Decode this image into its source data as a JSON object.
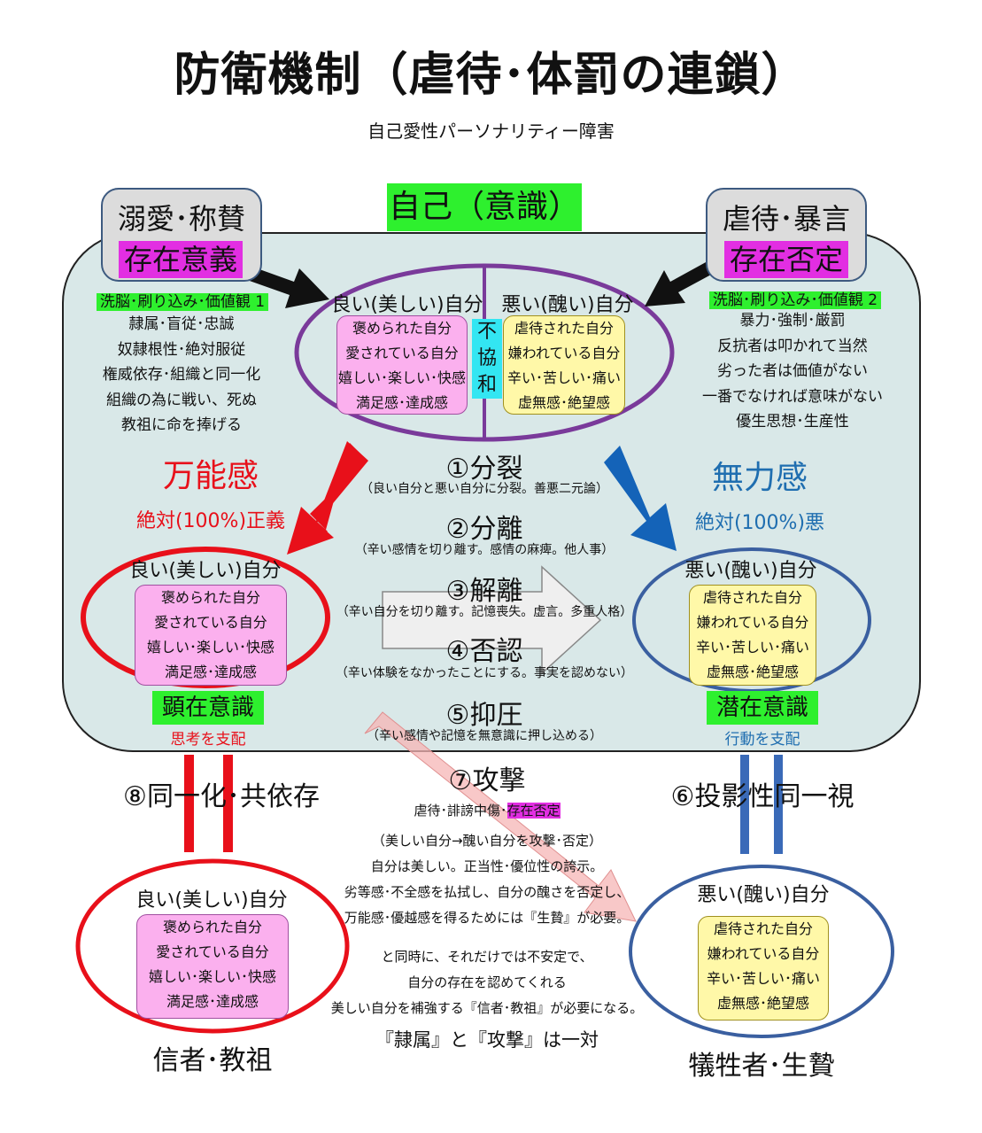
{
  "title": "防衛機制（虐待･体罰の連鎖）",
  "subtitle": "自己愛性パーソナリティー障害",
  "self": {
    "label": "自己（意識）",
    "discord": [
      "不",
      "協",
      "和"
    ]
  },
  "left_source": {
    "label": "溺愛･称賛",
    "existence": "存在意義",
    "list_head": "洗脳･刷り込み･価値観 1",
    "items": [
      "隷属･盲従･忠誠",
      "奴隷根性･絶対服従",
      "権威依存･組織と同一化",
      "組織の為に戦い、死ぬ",
      "教祖に命を捧げる"
    ]
  },
  "right_source": {
    "label": "虐待･暴言",
    "existence": "存在否定",
    "list_head": "洗脳･刷り込み･価値観 2",
    "items": [
      "暴力･強制･厳罰",
      "反抗者は叩かれて当然",
      "劣った者は価値がない",
      "一番でなければ意味がない",
      "優生思想･生産性"
    ]
  },
  "good_self": {
    "heading": "良い(美しい)自分",
    "items": [
      "褒められた自分",
      "愛されている自分",
      "嬉しい･楽しい･快感",
      "満足感･達成感"
    ]
  },
  "bad_self": {
    "heading": "悪い(醜い)自分",
    "items": [
      "虐待された自分",
      "嫌われている自分",
      "辛い･苦しい･痛い",
      "虚無感･絶望感"
    ]
  },
  "omnipotence": {
    "label": "万能感",
    "sub": "絶対(100%)正義"
  },
  "helplessness": {
    "label": "無力感",
    "sub": "絶対(100%)悪"
  },
  "conscious": {
    "label": "顕在意識",
    "sub": "思考を支配"
  },
  "subconscious": {
    "label": "潜在意識",
    "sub": "行動を支配"
  },
  "mechanisms": [
    {
      "title": "①分裂",
      "note": "（良い自分と悪い自分に分裂。善悪二元論）"
    },
    {
      "title": "②分離",
      "note": "（辛い感情を切り離す。感情の麻痺。他人事）"
    },
    {
      "title": "③解離",
      "note": "（辛い自分を切り離す。記憶喪失。虚言。多重人格）"
    },
    {
      "title": "④否認",
      "note": "（辛い体験をなかったことにする。事実を認めない）"
    },
    {
      "title": "⑤抑圧",
      "note": "（辛い感情や記憶を無意識に押し込める）"
    }
  ],
  "attack": {
    "title": "⑦攻撃",
    "line1_prefix": "虐待･誹謗中傷･",
    "line1_highlight": "存在否定",
    "lines": [
      "（美しい自分→醜い自分を攻撃･否定）",
      "自分は美しい。正当性･優位性の誇示。",
      "劣等感･不全感を払拭し、自分の醜さを否定し、",
      "万能感･優越感を得るためには『生贄』が必要。"
    ],
    "lines2": [
      "と同時に、それだけでは不安定で、",
      "自分の存在を認めてくれる",
      "美しい自分を補強する『信者･教祖』が必要になる。"
    ],
    "pair": "『隷属』と『攻撃』は一対"
  },
  "identification": "⑧同一化･共依存",
  "projective": "⑥投影性同一視",
  "believer": "信者･教祖",
  "victim": "犠牲者･生贄",
  "colors": {
    "panel": "#d9e8e8",
    "red": "#e8101a",
    "blue": "#1f6eb0",
    "purple": "#7a3a9a",
    "green": "#2ef02e",
    "magenta": "#e22ee2",
    "pink": "#fbb0ee",
    "yellow": "#fff8a8"
  }
}
